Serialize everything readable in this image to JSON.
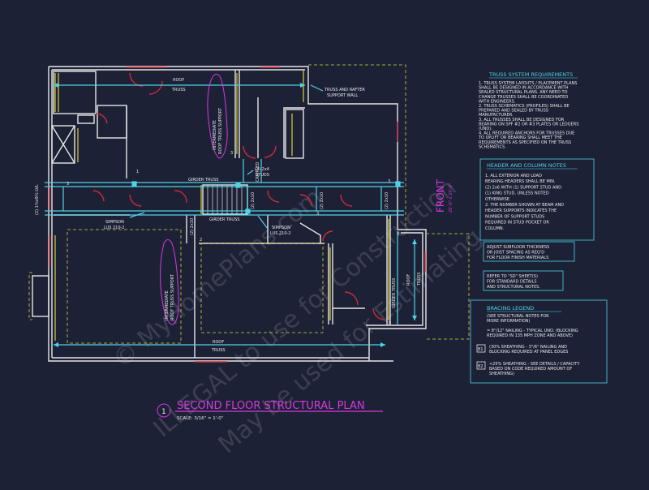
{
  "title": "SECOND FLOOR STRUCTURAL PLAN",
  "scale": "SCALE: 3/16\" = 1'-0\"",
  "detail_number": "1",
  "front_label": "FRONT",
  "front_dim": "20'-0\" x 20'-0\"",
  "plan_labels": {
    "roof_truss_top_1": "ROOF",
    "roof_truss_top_2": "TRUSS",
    "roof_truss_bottom_1": "ROOF",
    "roof_truss_bottom_2": "TRUSS",
    "truss_rafter_1": "TRUSS AND RAFTER",
    "truss_rafter_2": "SUPPORT WALL",
    "inter_top_1": "INTERMEDIATE",
    "inter_top_2": "ROOF TRUSS SUPPORT",
    "inter_bot_1": "INTERMEDIATE",
    "inter_bot_2": "ROOF TRUSS SUPPORT",
    "girder_truss_1": "GIRDER TRUSS",
    "girder_truss_2": "GIRDER TRUSS",
    "girder_truss_v": "GIRDER TRUSS",
    "cripple": "CRIPPLED",
    "studs_1": "(3) 2x4",
    "studs_2": "STUDS",
    "simpson_left_1": "SIMPSON",
    "simpson_left_2": "LUS 210-2",
    "simpson_right_1": "SIMPSON",
    "simpson_right_2": "LUS 210-2",
    "lvl_left": "(2) 1¾x9½ LVL",
    "lvl_mid": "(2) 2x10",
    "lvl_mid2": "(2) 2x10",
    "lvl_right": "(2) 2x10",
    "roof_truss_right_1": "ROOF",
    "roof_truss_right_2": "TRUSS",
    "post_1": "1",
    "post_2": "2",
    "post_3": "3",
    "post_4": "3",
    "post_5": "3",
    "post_6": "3",
    "post_7": "3",
    "post_8": "3"
  },
  "truss_requirements": {
    "heading": "TRUSS SYSTEM REQUIREMENTS",
    "lines": [
      "1. TRUSS SYSTEM LAYOUTS / PLACEMENT PLANS",
      "SHALL BE DESIGNED IN ACCORDANCE WITH",
      "SEALED STRUCTURAL PLANS. ANY NEED TO",
      "CHANGE TRUSSES SHALL BE COORDINATED",
      "WITH ENGINEERS.",
      "2. TRUSS SCHEMATICS (PROFILES) SHALL BE",
      "PREPARED AND SEALED BY TRUSS",
      "MANUFACTURER.",
      "3. ALL TRUSSES SHALL BE DESIGNED FOR",
      "BEARING ON SPF #2 OR #3 PLATES OR LEDGERS",
      "(UNO).",
      "4. ALL REQUIRED ANCHORS FOR TRUSSES DUE",
      "TO UPLIFT OR BEARING SHALL MEET THE",
      "REQUIREMENTS AS SPECIFIED ON THE TRUSS",
      "SCHEMATICS."
    ]
  },
  "header_column": {
    "heading": "HEADER AND COLUMN NOTES",
    "lines": [
      "1. ALL EXTERIOR AND LOAD",
      "BEARING HEADERS SHALL BE MIN.",
      "(2) 2x6 WITH (1) SUPPORT STUD AND",
      "(1) KING STUD, UNLESS NOTED",
      "OTHERWISE.",
      "2. THE NUMBER SHOWN AT BEAM AND",
      "HEADER SUPPORTS INDICATES THE",
      "NUMBER OF SUPPORT STUDS",
      "REQUIRED IN STUD POCKET OR",
      "COLUMN."
    ]
  },
  "subfloor_note": {
    "lines": [
      "ADJUST SUBFLOOR THICKNESS",
      "OR JOIST SPACING AS REQ'D",
      "FOR FLOOR FINISH MATERIALS"
    ]
  },
  "refer_note": {
    "lines": [
      "REFER TO \"SD\" SHEET(S)",
      "FOR STANDARD DETAILS",
      "AND STRUCTURAL NOTES."
    ]
  },
  "bracing": {
    "heading": "BRACING LEGEND",
    "sub_1": "(SEE STRUCTURAL NOTES FOR",
    "sub_2": "MORE INFORMATION)",
    "item1_1": "= 8\"/12\" NAILING - TYPICAL UNO. (BLOCKING",
    "item1_2": "REQUIRED IN 135 MPH ZONE AND ABOVE)",
    "item2_tag": "B1",
    "item2_1": "(30% SHEATHING - 3\"/6\" NAILING AND",
    "item2_2": "BLOCKING REQUIRED AT PANEL EDGES",
    "item3_tag": "B2",
    "item3_1": "<25% SHEATHING - SEE DETAILS / CAPACITY",
    "item3_2": "BASED ON CODE REQUIRED AMOUNT OF",
    "item3_3": "SHEATHING)"
  },
  "watermark": {
    "line1": "© MyHomePlans.com",
    "line2": "ILLEGAL to use for Construction",
    "line3": "May be used for Estimating"
  },
  "colors": {
    "background": "#1d2136",
    "wall": "#e6e6e6",
    "cyan": "#4fd3e6",
    "magenta": "#d838e0",
    "yellow": "#d6d13a",
    "red": "#d02a36",
    "green": "#6bd86b"
  }
}
